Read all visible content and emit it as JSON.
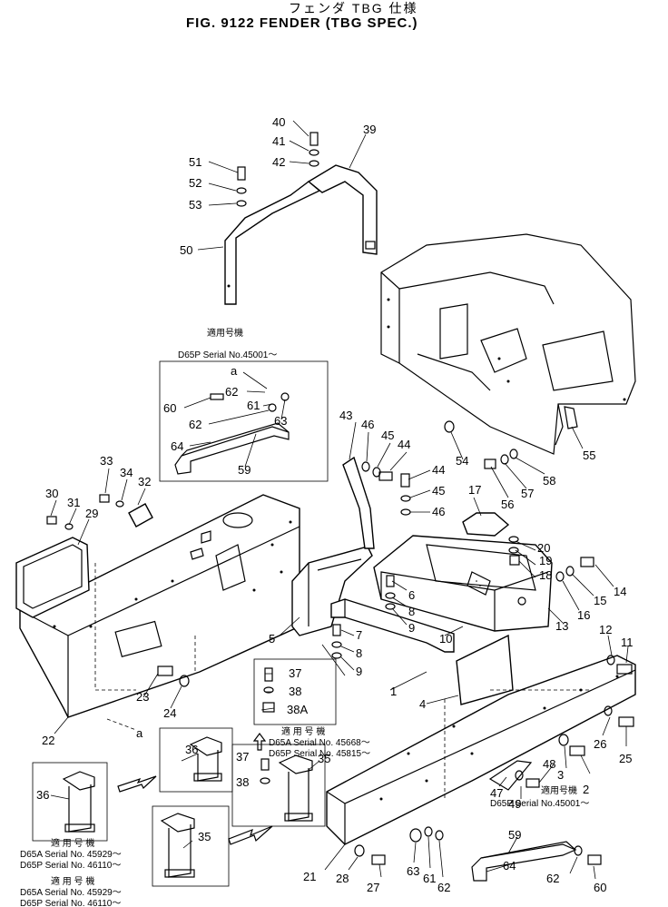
{
  "header": {
    "title_jp": "フェンダ TBG 仕様",
    "title_en": "FIG. 9122 FENDER (TBG SPEC.)"
  },
  "callouts": [
    {
      "id": "n1",
      "text": "1"
    },
    {
      "id": "n2",
      "text": "2"
    },
    {
      "id": "n3",
      "text": "3"
    },
    {
      "id": "n4",
      "text": "4"
    },
    {
      "id": "n5",
      "text": "5"
    },
    {
      "id": "n6",
      "text": "6"
    },
    {
      "id": "n7",
      "text": "7"
    },
    {
      "id": "n8a",
      "text": "8"
    },
    {
      "id": "n8b",
      "text": "8"
    },
    {
      "id": "n9a",
      "text": "9"
    },
    {
      "id": "n9b",
      "text": "9"
    },
    {
      "id": "n10",
      "text": "10"
    },
    {
      "id": "n11",
      "text": "11"
    },
    {
      "id": "n12",
      "text": "12"
    },
    {
      "id": "n13",
      "text": "13"
    },
    {
      "id": "n14",
      "text": "14"
    },
    {
      "id": "n15",
      "text": "15"
    },
    {
      "id": "n16",
      "text": "16"
    },
    {
      "id": "n17",
      "text": "17"
    },
    {
      "id": "n18",
      "text": "18"
    },
    {
      "id": "n19",
      "text": "19"
    },
    {
      "id": "n20",
      "text": "20"
    },
    {
      "id": "n21",
      "text": "21"
    },
    {
      "id": "n22",
      "text": "22"
    },
    {
      "id": "n23",
      "text": "23"
    },
    {
      "id": "n24",
      "text": "24"
    },
    {
      "id": "n25",
      "text": "25"
    },
    {
      "id": "n26",
      "text": "26"
    },
    {
      "id": "n27",
      "text": "27"
    },
    {
      "id": "n28",
      "text": "28"
    },
    {
      "id": "n29",
      "text": "29"
    },
    {
      "id": "n30",
      "text": "30"
    },
    {
      "id": "n31",
      "text": "31"
    },
    {
      "id": "n32",
      "text": "32"
    },
    {
      "id": "n33",
      "text": "33"
    },
    {
      "id": "n34",
      "text": "34"
    },
    {
      "id": "n35a",
      "text": "35"
    },
    {
      "id": "n35b",
      "text": "35"
    },
    {
      "id": "n36a",
      "text": "36"
    },
    {
      "id": "n36b",
      "text": "36"
    },
    {
      "id": "n37a",
      "text": "37"
    },
    {
      "id": "n37b",
      "text": "37"
    },
    {
      "id": "n38a",
      "text": "38"
    },
    {
      "id": "n38b",
      "text": "38"
    },
    {
      "id": "n38A",
      "text": "38A"
    },
    {
      "id": "n39",
      "text": "39"
    },
    {
      "id": "n40",
      "text": "40"
    },
    {
      "id": "n41",
      "text": "41"
    },
    {
      "id": "n42",
      "text": "42"
    },
    {
      "id": "n43",
      "text": "43"
    },
    {
      "id": "n44a",
      "text": "44"
    },
    {
      "id": "n44b",
      "text": "44"
    },
    {
      "id": "n45a",
      "text": "45"
    },
    {
      "id": "n45b",
      "text": "45"
    },
    {
      "id": "n46a",
      "text": "46"
    },
    {
      "id": "n46b",
      "text": "46"
    },
    {
      "id": "n47",
      "text": "47"
    },
    {
      "id": "n48",
      "text": "48"
    },
    {
      "id": "n49",
      "text": "49"
    },
    {
      "id": "n50",
      "text": "50"
    },
    {
      "id": "n51",
      "text": "51"
    },
    {
      "id": "n52",
      "text": "52"
    },
    {
      "id": "n53",
      "text": "53"
    },
    {
      "id": "n54",
      "text": "54"
    },
    {
      "id": "n55",
      "text": "55"
    },
    {
      "id": "n56",
      "text": "56"
    },
    {
      "id": "n57",
      "text": "57"
    },
    {
      "id": "n58",
      "text": "58"
    },
    {
      "id": "n59a",
      "text": "59"
    },
    {
      "id": "n59b",
      "text": "59"
    },
    {
      "id": "n60a",
      "text": "60"
    },
    {
      "id": "n60b",
      "text": "60"
    },
    {
      "id": "n61a",
      "text": "61"
    },
    {
      "id": "n61b",
      "text": "61"
    },
    {
      "id": "n62a",
      "text": "62"
    },
    {
      "id": "n62b",
      "text": "62"
    },
    {
      "id": "n62c",
      "text": "62"
    },
    {
      "id": "n62d",
      "text": "62"
    },
    {
      "id": "n63a",
      "text": "63"
    },
    {
      "id": "n63b",
      "text": "63"
    },
    {
      "id": "n64a",
      "text": "64"
    },
    {
      "id": "n64b",
      "text": "64"
    },
    {
      "id": "aTop",
      "text": "a"
    },
    {
      "id": "aBot",
      "text": "a"
    }
  ],
  "notes": {
    "upper_inset": {
      "applic": "適用号機",
      "serial": "D65P Serial No.45001～"
    },
    "lower_right": {
      "applic": "適用号機",
      "serial": "D65P Serial No.45001～"
    },
    "middle": {
      "applic": "適 用 号 機",
      "s1": "D65A Serial No. 45668～",
      "s2": "D65P Serial No. 45815～"
    },
    "bottom_left1": {
      "applic": "適 用 号 機",
      "s1": "D65A Serial No. 45929～",
      "s2": "D65P Serial No. 46110～"
    },
    "bottom_left2": {
      "applic": "適 用 号 機",
      "s1": "D65A Serial No. 45929～",
      "s2": "D65P Serial No. 46110～"
    }
  }
}
